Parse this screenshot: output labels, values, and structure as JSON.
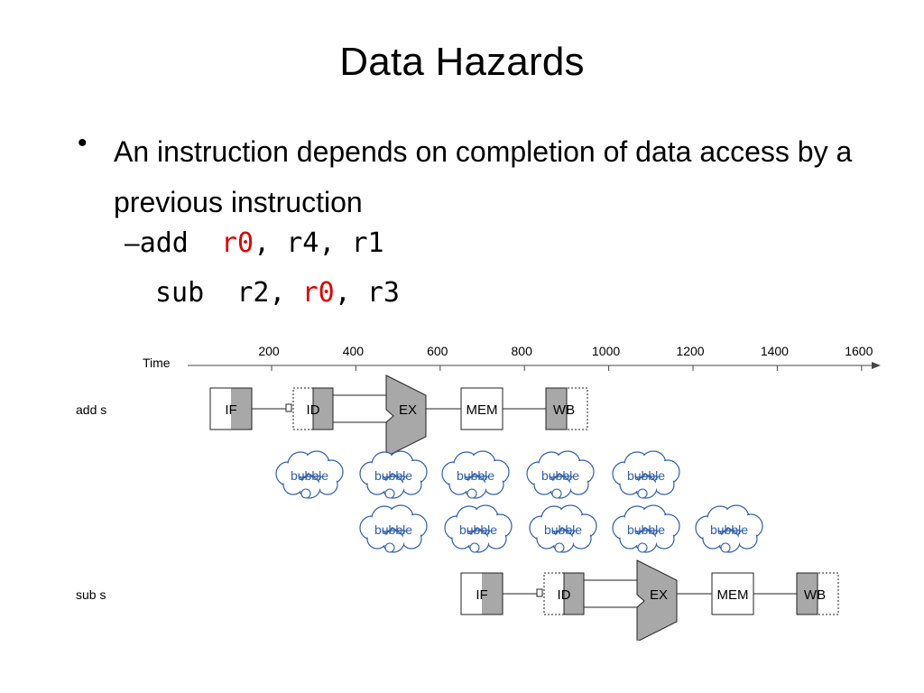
{
  "slide": {
    "title": "Data Hazards",
    "bullet": "An instruction depends on completion of data access by a previous instruction",
    "code": {
      "dash": "–",
      "line1": {
        "op": "add",
        "dest": "r0",
        "rest": ", r4, r1"
      },
      "line2": {
        "op": "sub",
        "pre": "r2, ",
        "src": "r0",
        "rest": ", r3"
      }
    },
    "highlight_color": "#e00000"
  },
  "diagram": {
    "time_label": "Time",
    "ticks": [
      "200",
      "400",
      "600",
      "800",
      "1000",
      "1200",
      "1400",
      "1600"
    ],
    "row_labels": {
      "add": "add s",
      "sub": "sub s"
    },
    "stages": {
      "if": "IF",
      "id": "ID",
      "ex": "EX",
      "mem": "MEM",
      "wb": "WB"
    },
    "bubble_label": "bubble",
    "bubble_color": "#2f5fa8",
    "stage_shade": "#a8a8a8"
  }
}
